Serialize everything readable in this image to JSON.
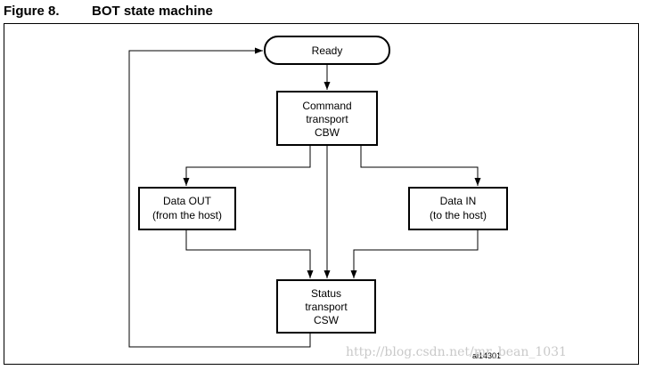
{
  "figure": {
    "number": "Figure 8.",
    "title": "BOT state machine"
  },
  "states": {
    "ready": {
      "lines": [
        "Ready"
      ]
    },
    "command": {
      "lines": [
        "Command",
        "transport",
        "CBW"
      ]
    },
    "data_out": {
      "lines": [
        "Data OUT",
        "(from the host)"
      ]
    },
    "data_in": {
      "lines": [
        "Data IN",
        "(to the host)"
      ]
    },
    "status": {
      "lines": [
        "Status",
        "transport",
        "CSW"
      ]
    }
  },
  "reference_id": "ai14301",
  "watermark": "http://blog.csdn.net/mr_bean_1031"
}
